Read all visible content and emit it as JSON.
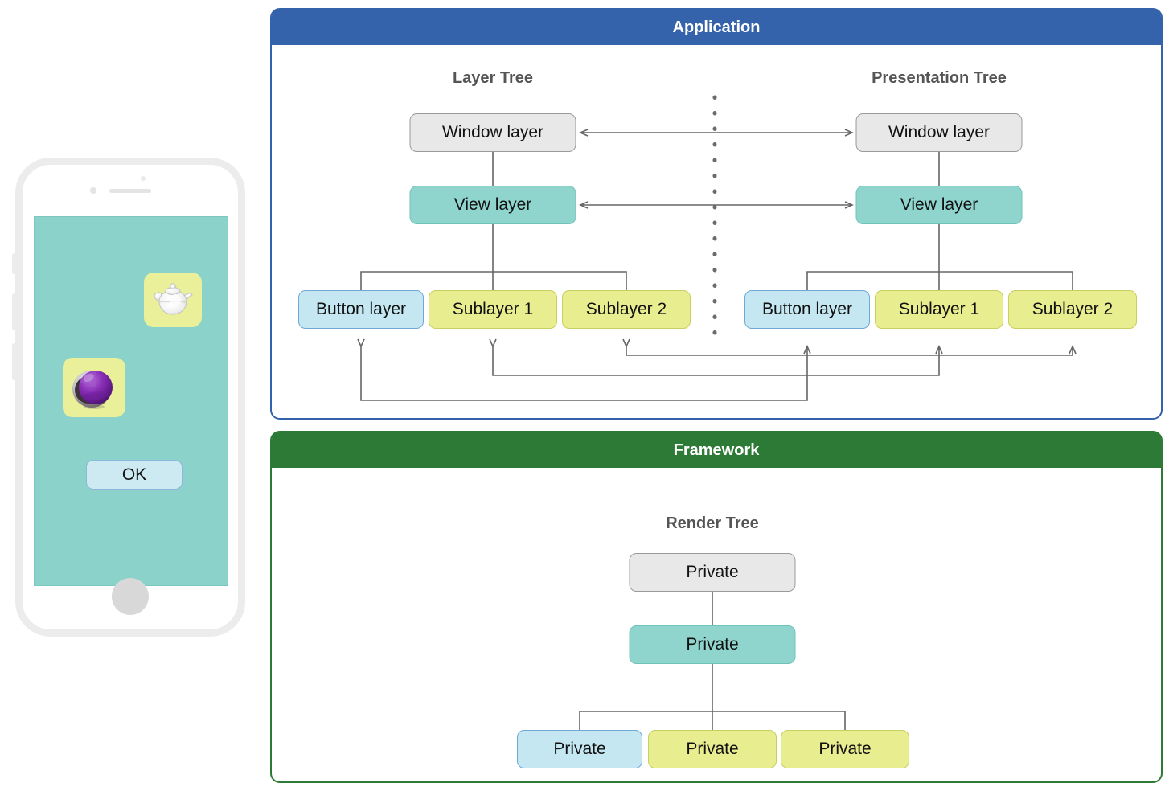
{
  "phone": {
    "name": "iphone-mockup",
    "screen_bg": "#8bd2cb",
    "tiles": [
      {
        "name": "teapot-app-icon",
        "glyph": "teapot"
      },
      {
        "name": "sphere-app-icon",
        "glyph": "purple-sphere"
      }
    ],
    "ok_button_label": "OK"
  },
  "panels": [
    {
      "id": "application",
      "title": "Application",
      "color": "#3563ab",
      "trees": [
        {
          "title": "Layer Tree",
          "nodes": [
            {
              "label": "Window layer",
              "style": "grey"
            },
            {
              "label": "View layer",
              "style": "teal"
            },
            {
              "label": "Button layer",
              "style": "blue"
            },
            {
              "label": "Sublayer 1",
              "style": "yellow"
            },
            {
              "label": "Sublayer 2",
              "style": "yellow"
            }
          ]
        },
        {
          "title": "Presentation Tree",
          "nodes": [
            {
              "label": "Window layer",
              "style": "grey"
            },
            {
              "label": "View layer",
              "style": "teal"
            },
            {
              "label": "Button layer",
              "style": "blue"
            },
            {
              "label": "Sublayer 1",
              "style": "yellow"
            },
            {
              "label": "Sublayer 2",
              "style": "yellow"
            }
          ]
        }
      ]
    },
    {
      "id": "framework",
      "title": "Framework",
      "color": "#2c7a35",
      "trees": [
        {
          "title": "Render Tree",
          "nodes": [
            {
              "label": "Private",
              "style": "grey"
            },
            {
              "label": "Private",
              "style": "teal"
            },
            {
              "label": "Private",
              "style": "blue"
            },
            {
              "label": "Private",
              "style": "yellow"
            },
            {
              "label": "Private",
              "style": "yellow"
            }
          ]
        }
      ]
    }
  ],
  "colors": {
    "application_header": "#3563ab",
    "framework_header": "#2c7a35",
    "node_grey": "#e8e8e8",
    "node_teal": "#8fd4cd",
    "node_blue": "#c4e7f2",
    "node_yellow": "#e8ed8f",
    "connector": "#666666",
    "phone_screen": "#8bd2cb",
    "tile": "#eaf09a"
  }
}
